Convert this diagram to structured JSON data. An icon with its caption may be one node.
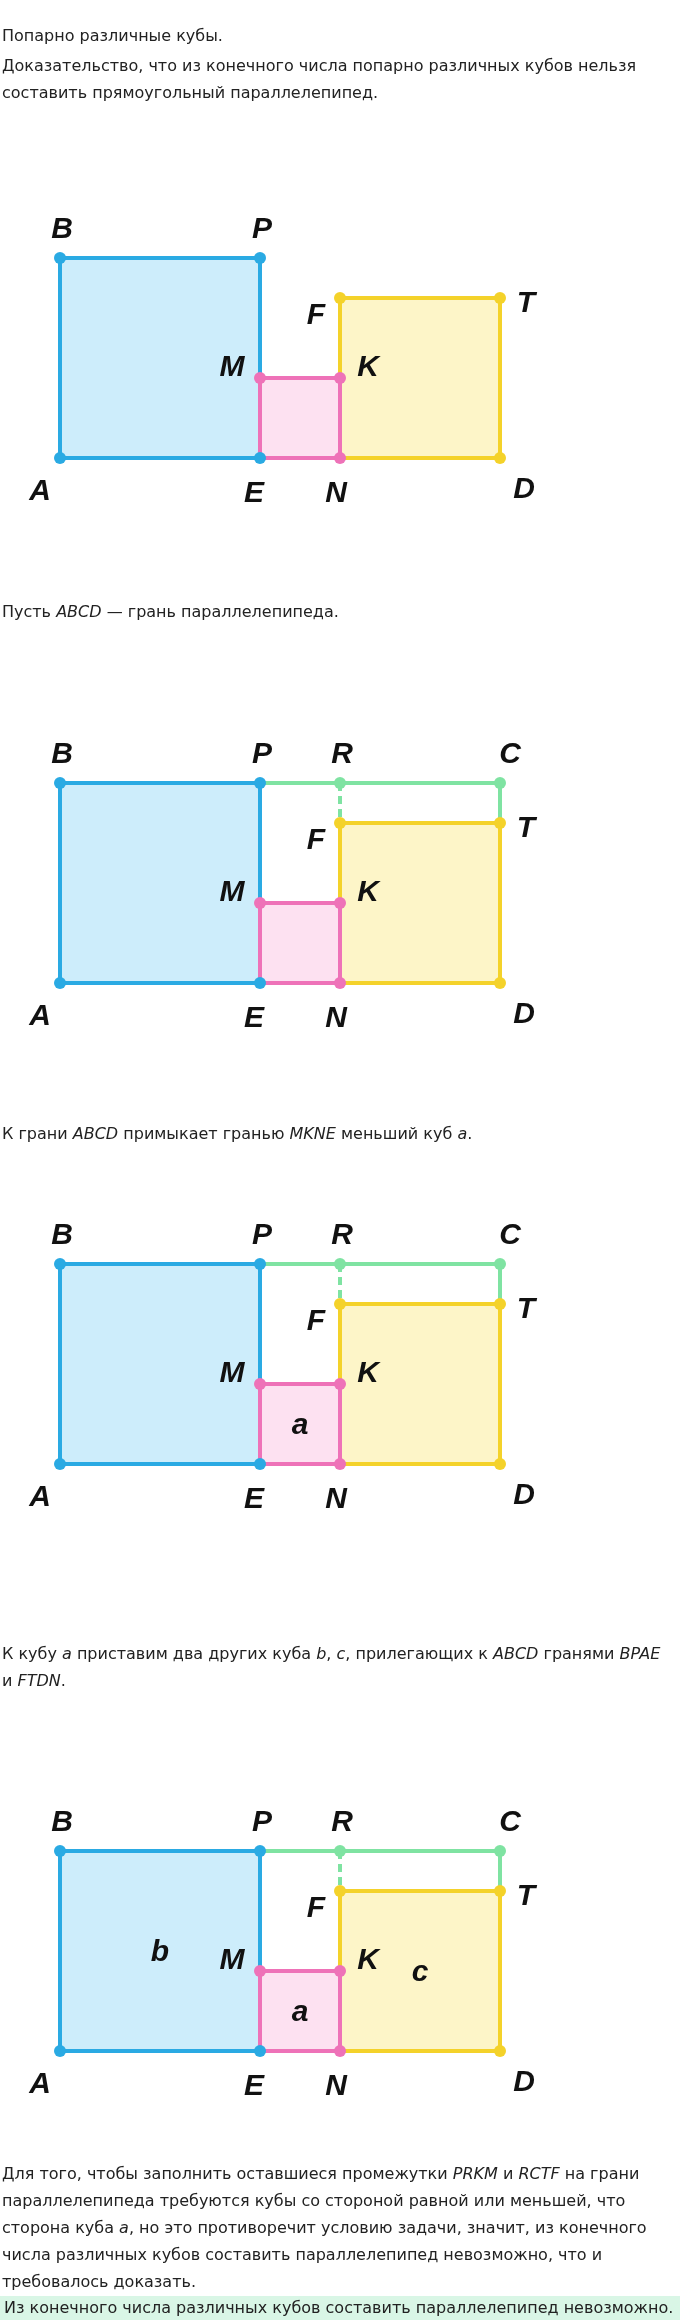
{
  "diagram": {
    "title": "Попарно различные кубы.",
    "nodes": [
      {
        "text": [],
        "shape": "box"
      },
      {
        "text": [],
        "shape": "box"
      },
      {
        "text": [],
        "shape": "box"
      },
      {
        "text": [],
        "shape": "box"
      },
      {
        "text": [],
        "shape": "box"
      },
      {
        "text": [],
        "shape": "box"
      },
      {
        "text": [],
        "shape": "box"
      },
      {
        "text": [
          "a"
        ]
      },
      {
        "text": [],
        "shape": "box"
      },
      {
        "text": [
          "b"
        ]
      },
      {
        "text": [
          "a"
        ]
      },
      {
        "text": [
          "c"
        ]
      }
    ],
    "labels": [
      "Доказательство, что из конечного числа попарно различных кубов нельзя составить прямоугольный параллелепипед.",
      "B",
      "P",
      "F",
      "T",
      "M",
      "K",
      "A",
      "E",
      "N",
      "D",
      "Пусть *ABCD* — грань параллелепипеда.",
      "B",
      "P",
      "R",
      "C",
      "F",
      "T",
      "M",
      "K",
      "A",
      "E",
      "N",
      "D",
      "К грани *ABCD* примыкает гранью *MKNE* меньший куб *a*.",
      "B",
      "P",
      "R",
      "C",
      "F",
      "T",
      "M",
      "K",
      "A",
      "E",
      "N",
      "D",
      "К кубу *a* приставим два других куба *b*, *c*, прилегающих к *ABCD* гранями *BPAE* и *FTDN*.",
      "B",
      "P",
      "R",
      "C",
      "F",
      "T",
      "M",
      "K",
      "A",
      "E",
      "N",
      "D",
      "Для того, чтобы заполнить оставшиеся промежутки *PRKM* и *RCTF* на грани параллелепипеда требуются кубы со стороной равной или меньшей, что сторона куба *a*, но это противоречит условию задачи, значит, из конечного числа различных кубов составить параллелепипед невозможно, что и требовалось доказать.",
      "Из конечного числа различных кубов составить параллелепипед невозможно."
    ]
  }
}
